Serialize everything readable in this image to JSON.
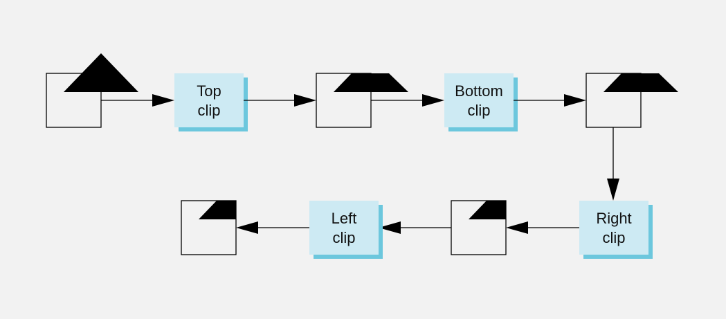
{
  "stages": [
    {
      "id": "top",
      "lines": [
        "Top",
        "clip"
      ]
    },
    {
      "id": "bottom",
      "lines": [
        "Bottom",
        "clip"
      ]
    },
    {
      "id": "right",
      "lines": [
        "Right",
        "clip"
      ]
    },
    {
      "id": "left",
      "lines": [
        "Left",
        "clip"
      ]
    }
  ],
  "colors": {
    "background": "#f2f2f2",
    "box_fill": "#cdeaf3",
    "box_shadow": "#6cc7dd",
    "stroke": "#000000"
  }
}
